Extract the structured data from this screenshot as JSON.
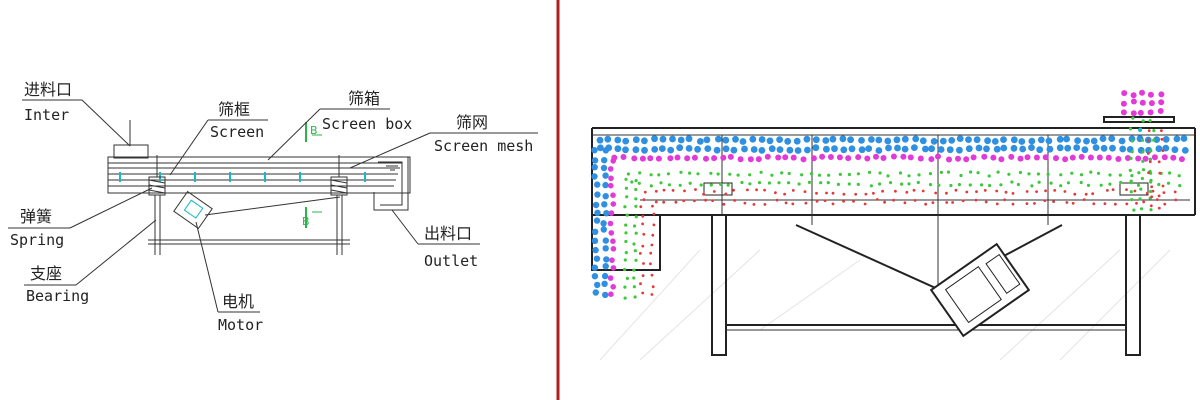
{
  "left_diagram": {
    "labels": {
      "inlet_cn": "进料口",
      "inlet_en": "Inter",
      "screen_cn": "筛框",
      "screen_en": "Screen",
      "screen_box_cn": "筛箱",
      "screen_box_en": "Screen box",
      "screen_mesh_cn": "筛网",
      "screen_mesh_en": "Screen mesh",
      "spring_cn": "弹簧",
      "spring_en": "Spring",
      "bearing_cn": "支座",
      "bearing_en": "Bearing",
      "motor_cn": "电机",
      "motor_en": "Motor",
      "outlet_cn": "出料口",
      "outlet_en": "Outlet",
      "section_mark_top": "B",
      "section_mark_bottom": "B"
    }
  },
  "colors": {
    "divider": "#b01e1e",
    "blue_layer": "#2f8fe0",
    "magenta_layer": "#e23ad8",
    "green_layer": "#3ec83e",
    "red_layer": "#e03a3a",
    "cyan_accent": "#19b7c9",
    "section_mark": "#2bb34a"
  }
}
